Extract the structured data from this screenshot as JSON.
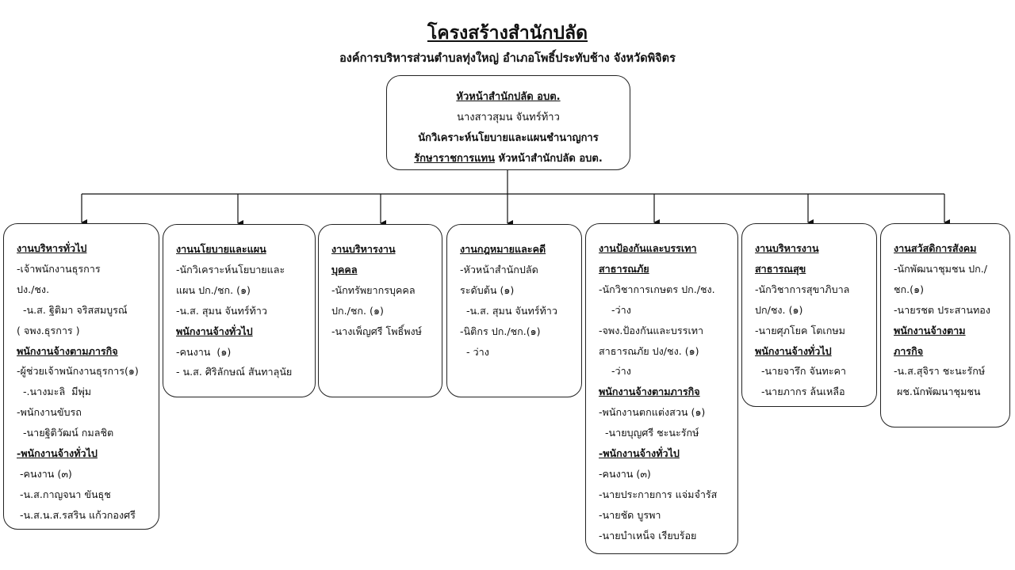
{
  "title": "โครงสร้างสำนักปลัด",
  "subtitle": "องค์การบริหารส่วนตำบลทุ่งใหญ่ อำเภอโพธิ์ประทับช้าง จังหวัดพิจิตร",
  "head": {
    "position": "หัวหน้าสำนักปลัด อบต.",
    "name": "นางสาวสุมน จันทร์ท้าว",
    "role": "นักวิเคราะห์นโยบายและแผนชำนาญการ",
    "acting_prefix": "รักษาราชการแทน",
    "acting_suffix": " หัวหน้าสำนักปลัด อบต."
  },
  "units": [
    {
      "lines": [
        {
          "t": "งานบริหารทั่วไป",
          "h": true
        },
        {
          "t": "-เจ้าพนักงานธุรการ"
        },
        {
          "t": "ปง./ชง."
        },
        {
          "t": "  -น.ส. ฐิติมา จริสสมบูรณ์"
        },
        {
          "t": "( จพง.ธุรการ )"
        },
        {
          "t": "พนักงานจ้างตามภารกิจ",
          "h": true
        },
        {
          "t": "-ผู้ช่วยเจ้าพนักงานธุรการ(๑)"
        },
        {
          "t": "  -.นางมะลิ  มีพุ่ม"
        },
        {
          "t": "-พนักงานขับรถ"
        },
        {
          "t": "  -นายฐิติวัฒน์ กมลชิต"
        },
        {
          "t": "-พนักงานจ้างทั่วไป",
          "h": true
        },
        {
          "t": " -คนงาน (๓)"
        },
        {
          "t": " -น.ส.กาญจนา ขันธุช"
        },
        {
          "t": " -น.ส.น.ส.รสริน แก้วกองศรี"
        }
      ]
    },
    {
      "lines": [
        {
          "t": "งานนโยบายและแผน",
          "h": true
        },
        {
          "t": "-นักวิเคราะห์นโยบายและ"
        },
        {
          "t": "แผน ปก./ชก. (๑)"
        },
        {
          "t": "-น.ส. สุมน จันทร์ท้าว"
        },
        {
          "t": "พนักงานจ้างทั่วไป",
          "h": true
        },
        {
          "t": "-คนงาน  (๑)"
        },
        {
          "t": "- น.ส. ศิริลักษณ์ สันทาลุนัย"
        }
      ]
    },
    {
      "lines": [
        {
          "t": "งานบริหารงาน",
          "h": true
        },
        {
          "t": "บุคคล",
          "h": true
        },
        {
          "t": "-นักทรัพยากรบุคคล"
        },
        {
          "t": "ปก./ชก. (๑)"
        },
        {
          "t": "-นางเพ็ญศรี โพธิ์พงษ์"
        }
      ]
    },
    {
      "lines": [
        {
          "t": "งานกฎหมายและคดี",
          "h": true
        },
        {
          "t": "-หัวหน้าสำนักปลัด"
        },
        {
          "t": "ระดับต้น (๑)"
        },
        {
          "t": "  -น.ส. สุมน จันทร์ท้าว"
        },
        {
          "t": "-นิติกร ปก./ชก.(๑)"
        },
        {
          "t": "  - ว่าง"
        }
      ]
    },
    {
      "lines": [
        {
          "t": "งานป้องกันและบรรเทา",
          "h": true
        },
        {
          "t": "สาธารณภัย",
          "h": true
        },
        {
          "t": "-นักวิชาการเกษตร ปก./ชง."
        },
        {
          "t": "    -ว่าง"
        },
        {
          "t": "-จพง.ป้องกันและบรรเทา"
        },
        {
          "t": "สาธารณภัย ปง/ชง. (๑)"
        },
        {
          "t": "    -ว่าง"
        },
        {
          "t": "พนักงานจ้างตามภารกิจ",
          "h": true
        },
        {
          "t": "-พนักงานตกแต่งสวน (๑)"
        },
        {
          "t": "  -นายบุญศรี ชะนะรักษ์"
        },
        {
          "t": "-พนักงานจ้างทั่วไป",
          "h": true
        },
        {
          "t": "-คนงาน (๓)"
        },
        {
          "t": "-นายประกายการ แจ่มจำรัส"
        },
        {
          "t": "-นายชัด บูรพา"
        },
        {
          "t": "-นายบำเหน็จ เรียบร้อย"
        }
      ]
    },
    {
      "lines": [
        {
          "t": "งานบริหารงาน",
          "h": true
        },
        {
          "t": "สาธารณสุข",
          "h": true
        },
        {
          "t": "-นักวิชาการสุขาภิบาล"
        },
        {
          "t": "ปก/ชง. (๑)"
        },
        {
          "t": "-นายศุภโยค โตเกษม"
        },
        {
          "t": "พนักงานจ้างทั่วไป",
          "h": true
        },
        {
          "t": "  -นายจารึก จันทะคา"
        },
        {
          "t": "  -นายภากร ล้นเหลือ"
        }
      ]
    },
    {
      "lines": [
        {
          "t": "งานสวัสดิการสังคม",
          "h": true
        },
        {
          "t": "-นักพัฒนาชุมชน ปก./"
        },
        {
          "t": "ชก.(๑)"
        },
        {
          "t": "-นายรชต ประสานทอง"
        },
        {
          "t": "พนักงานจ้างตาม",
          "h": true
        },
        {
          "t": "ภารกิจ",
          "h": true
        },
        {
          "t": "-น.ส.สุจิรา ชะนะรักษ์"
        },
        {
          "t": " ผช.นักพัฒนาชุมชน"
        }
      ]
    }
  ]
}
